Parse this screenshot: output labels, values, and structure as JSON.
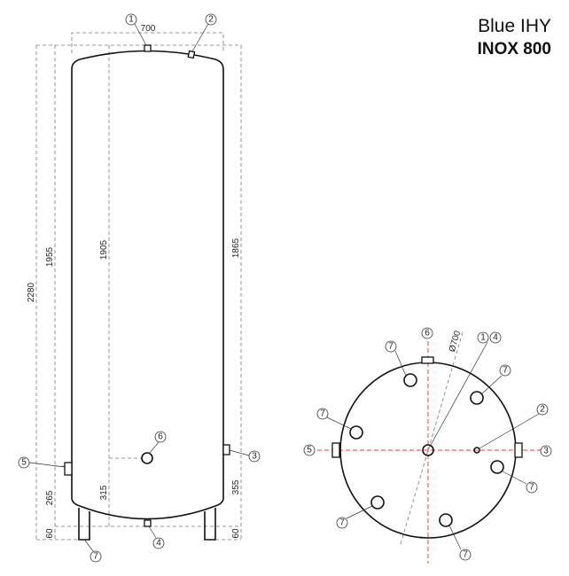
{
  "title": {
    "line1": "Blue IHY",
    "line2": "INOX 800"
  },
  "side_view": {
    "dimensions": {
      "width_top": "700",
      "total_height": "2280",
      "h1955": "1955",
      "h1905": "1905",
      "h1865": "1865",
      "h265": "265",
      "h315": "315",
      "h355": "355",
      "leg_left": "60",
      "leg_right": "60"
    },
    "labels": [
      "1",
      "2",
      "3",
      "4",
      "5",
      "6",
      "7"
    ]
  },
  "top_view": {
    "diameter": "Ø700",
    "labels": {
      "l1": "1",
      "l4": "4",
      "l2": "2",
      "l3": "3",
      "l5": "5",
      "l6": "6",
      "l7": "7"
    }
  },
  "colors": {
    "axis": "#f04040",
    "line": "#111111"
  }
}
